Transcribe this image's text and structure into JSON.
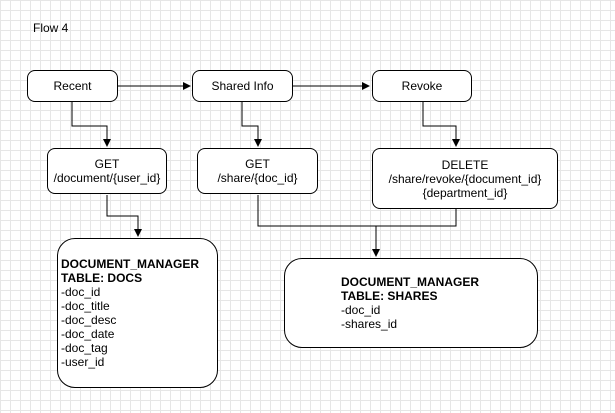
{
  "title": "Flow 4",
  "nodes": {
    "recent": "Recent",
    "shared_info": "Shared Info",
    "revoke": "Revoke",
    "get_document": {
      "method": "GET",
      "path": "/document/{user_id}"
    },
    "get_share": {
      "method": "GET",
      "path": "/share/{doc_id}"
    },
    "delete_share": {
      "method": "DELETE",
      "path": "/share/revoke/{document_id}",
      "path2": "{department_id}"
    }
  },
  "tables": {
    "docs": {
      "line1": "DOCUMENT_MANAGER",
      "line2": "TABLE: DOCS",
      "fields": [
        "-doc_id",
        "-doc_title",
        "-doc_desc",
        "-doc_date",
        "-doc_tag",
        "-user_id"
      ]
    },
    "shares": {
      "line1": "DOCUMENT_MANAGER",
      "line2": "TABLE: SHARES",
      "fields": [
        "-doc_id",
        "-shares_id"
      ]
    }
  }
}
